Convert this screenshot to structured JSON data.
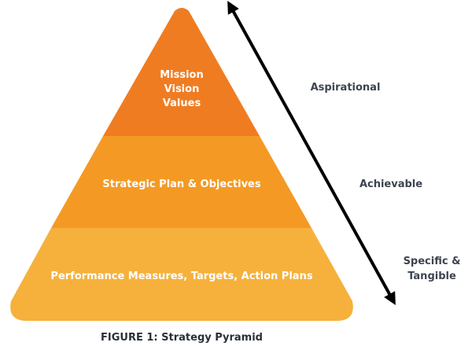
{
  "pyramid": {
    "top": {
      "lines": [
        "Mission",
        "Vision",
        "Values"
      ],
      "color": "#f07c22"
    },
    "middle": {
      "lines": [
        "Strategic Plan & Objectives"
      ],
      "color": "#f49a24"
    },
    "bottom": {
      "lines": [
        "Performance Measures, Targets, Action Plans"
      ],
      "color": "#f5b13c"
    }
  },
  "scale": {
    "labels": [
      {
        "lines": [
          "Aspirational"
        ]
      },
      {
        "lines": [
          "Achievable"
        ]
      },
      {
        "lines": [
          "Specific &",
          "Tangible"
        ]
      }
    ],
    "arrow_color": "#000000",
    "label_color": "#3d4450"
  },
  "caption": "FIGURE 1: Strategy Pyramid"
}
